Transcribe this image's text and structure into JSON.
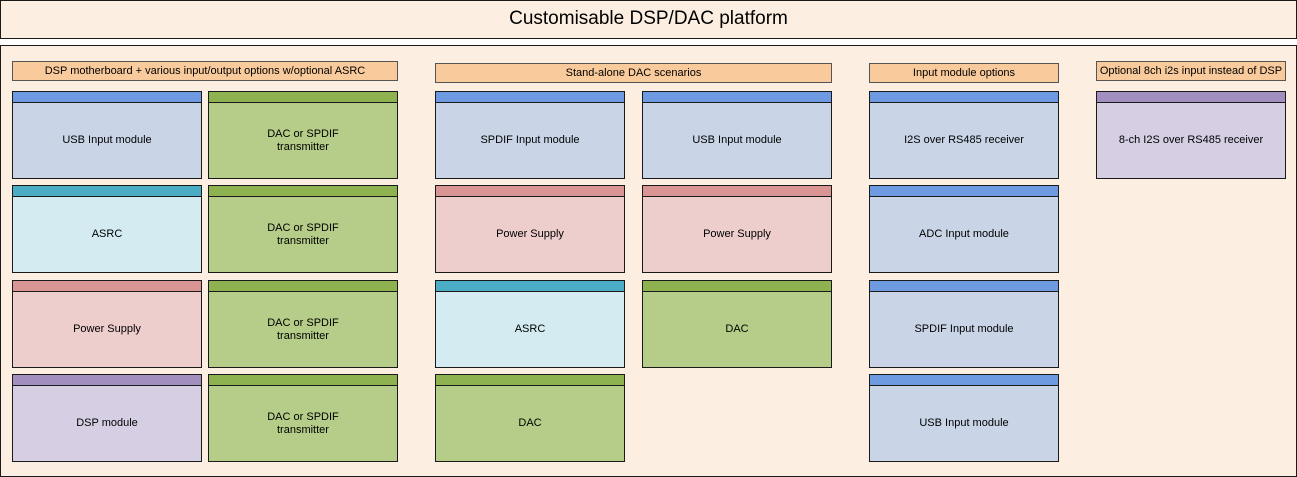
{
  "title": "Customisable DSP/DAC platform",
  "sections": [
    {
      "header": "DSP motherboard + various input/output options w/optional ASRC",
      "cards": [
        {
          "label": "USB Input module",
          "kind": "usb"
        },
        {
          "label": "DAC or SPDIF\ntransmitter",
          "kind": "dac"
        },
        {
          "label": "ASRC",
          "kind": "asrc"
        },
        {
          "label": "DAC or SPDIF\ntransmitter",
          "kind": "dac"
        },
        {
          "label": "Power Supply",
          "kind": "power"
        },
        {
          "label": "DAC or SPDIF\ntransmitter",
          "kind": "dac"
        },
        {
          "label": "DSP module",
          "kind": "dsp"
        },
        {
          "label": "DAC or SPDIF\ntransmitter",
          "kind": "dac"
        }
      ]
    },
    {
      "header": "Stand-alone DAC scenarios",
      "cards": [
        {
          "label": "SPDIF Input module",
          "kind": "usb"
        },
        {
          "label": "USB Input module",
          "kind": "usb"
        },
        {
          "label": "Power Supply",
          "kind": "power"
        },
        {
          "label": "Power Supply",
          "kind": "power"
        },
        {
          "label": "ASRC",
          "kind": "asrc"
        },
        {
          "label": "DAC",
          "kind": "dac"
        },
        {
          "label": "DAC",
          "kind": "dac"
        }
      ]
    },
    {
      "header": "Input module options",
      "cards": [
        {
          "label": "I2S over RS485 receiver",
          "kind": "usb"
        },
        {
          "label": "ADC Input module",
          "kind": "usb"
        },
        {
          "label": "SPDIF Input module",
          "kind": "usb"
        },
        {
          "label": "USB Input module",
          "kind": "usb"
        }
      ]
    },
    {
      "header": "Optional 8ch i2s input instead of DSP",
      "cards": [
        {
          "label": "8-ch I2S over RS485 receiver",
          "kind": "dsp"
        }
      ]
    }
  ],
  "colors": {
    "background": "#fcefe2",
    "header_fill": "#f9cb9c",
    "usb_bar": "#6d9ae0",
    "asrc_bar": "#4bacc6",
    "power_bar": "#d99594",
    "dsp_bar": "#a28fc0",
    "dac_bar": "#8eb24f"
  }
}
